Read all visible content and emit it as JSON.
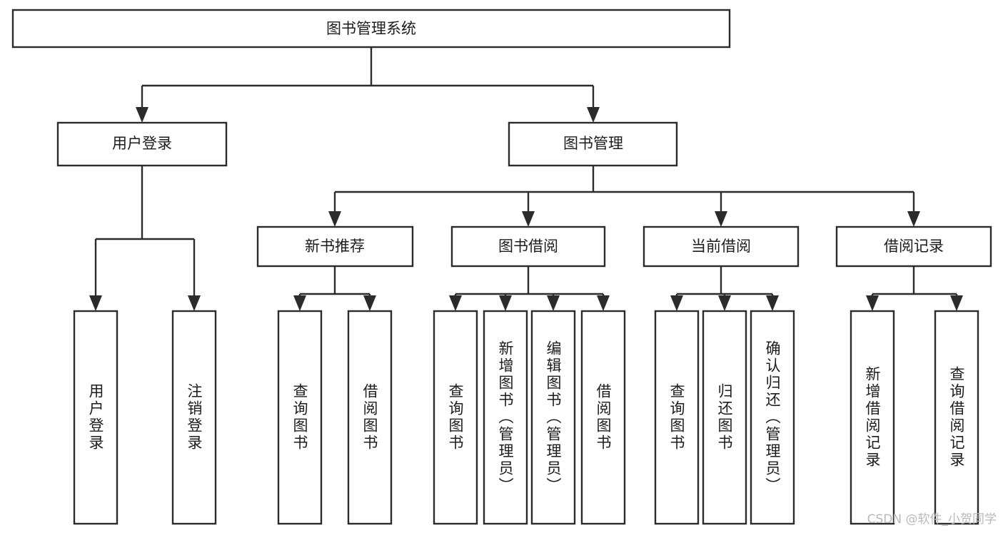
{
  "diagram": {
    "type": "tree-hierarchy-flowchart",
    "title": "图书管理系统",
    "accent_color": "#2b2b2b",
    "box_fill": "#ffffff",
    "watermark": "CSDN @软件_小贺同学",
    "levels": {
      "root": {
        "label": "图书管理系统"
      },
      "level2": [
        {
          "label": "用户登录"
        },
        {
          "label": "图书管理"
        }
      ],
      "level3": [
        {
          "label": "新书推荐"
        },
        {
          "label": "图书借阅"
        },
        {
          "label": "当前借阅"
        },
        {
          "label": "借阅记录"
        }
      ]
    },
    "leaves": {
      "user_login": [
        {
          "label": "用户登录"
        },
        {
          "label": "注销登录"
        }
      ],
      "new_book_recommend": [
        {
          "label": "查询图书"
        },
        {
          "label": "借阅图书"
        }
      ],
      "book_borrow": [
        {
          "label": "查询图书"
        },
        {
          "label": "新增图书（管理员）"
        },
        {
          "label": "编辑图书（管理员）"
        },
        {
          "label": "借阅图书"
        }
      ],
      "current_borrow": [
        {
          "label": "查询图书"
        },
        {
          "label": "归还图书"
        },
        {
          "label": "确认归还（管理员）"
        }
      ],
      "borrow_record": [
        {
          "label": "新增借阅记录"
        },
        {
          "label": "查询借阅记录"
        }
      ]
    }
  }
}
